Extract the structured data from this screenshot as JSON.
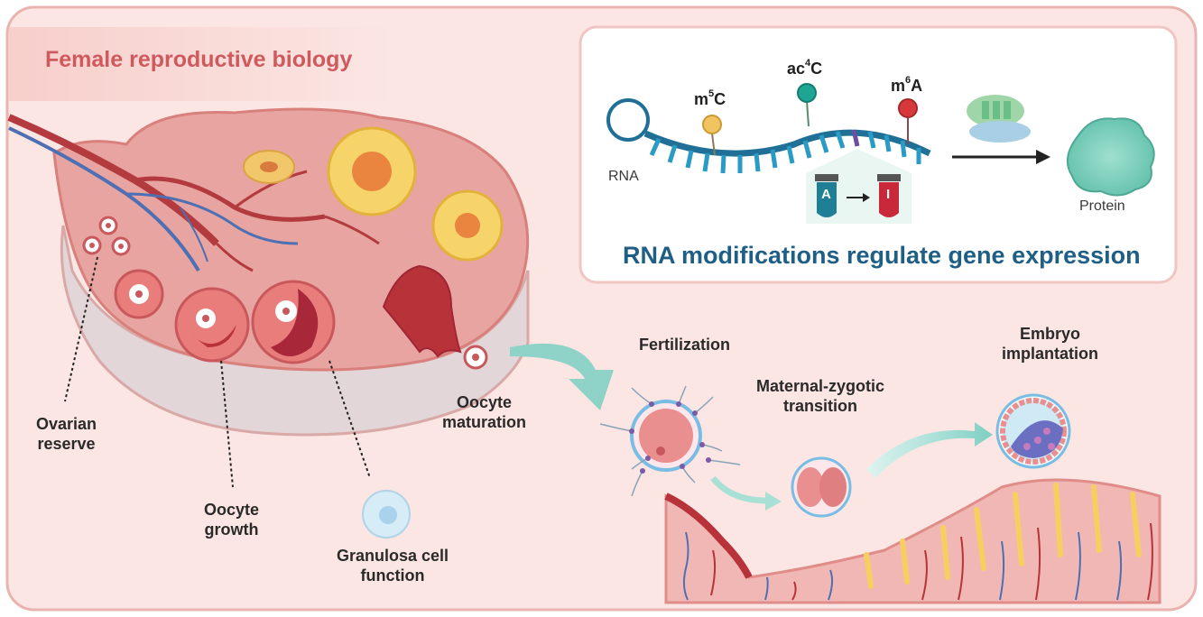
{
  "title": "Female reproductive biology",
  "rna_panel": {
    "rna_label": "RNA",
    "mods": {
      "m5c": {
        "base": "m",
        "sup": "5",
        "end": "C",
        "color": "#f2c460"
      },
      "ac4c": {
        "base": "ac",
        "sup": "4",
        "end": "C",
        "color": "#1fa594"
      },
      "m6a": {
        "base": "m",
        "sup": "6",
        "end": "A",
        "color": "#d6393a"
      }
    },
    "editing": {
      "from": "A",
      "to": "I"
    },
    "protein_label": "Protein",
    "headline": "RNA modifications regulate gene expression"
  },
  "labels": {
    "ovarian_reserve": [
      "Ovarian",
      "reserve"
    ],
    "oocyte_growth": [
      "Oocyte",
      "growth"
    ],
    "granulosa": [
      "Granulosa cell",
      "function"
    ],
    "oocyte_maturation": [
      "Oocyte",
      "maturation"
    ],
    "fertilization": "Fertilization",
    "mzt": [
      "Maternal-zygotic",
      "transition"
    ],
    "implantation": [
      "Embryo",
      "implantation"
    ]
  },
  "colors": {
    "background": "#fbe6e3",
    "border": "#e9b4b0",
    "title": "#cf5a5e",
    "headline": "#1f5f86",
    "rna_strand": "#1f6f96",
    "arrow": "#8fd3c8",
    "ovary": "#e7a4a0"
  }
}
